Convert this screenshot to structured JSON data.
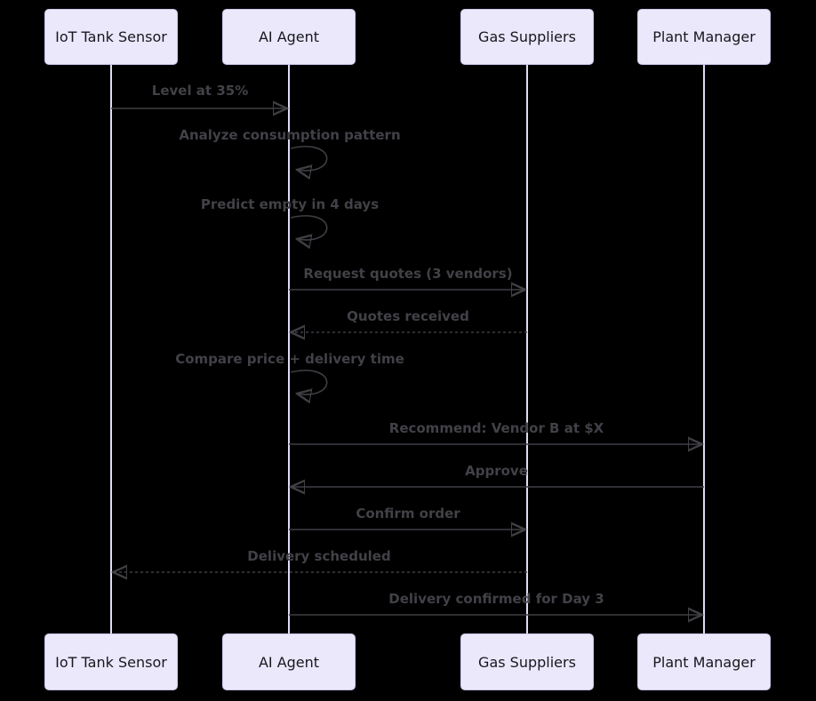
{
  "diagram": {
    "kind": "sequence-diagram",
    "background_color": "#000000",
    "actor_fill_color": "#eae8fa",
    "actor_border_color": "#cfc7ec",
    "lifeline_color": "#e2daf4",
    "arrow_color": "#3f3f45",
    "message_text_color": "#414147"
  },
  "actors": [
    {
      "label": "IoT Tank Sensor"
    },
    {
      "label": "AI Agent"
    },
    {
      "label": "Gas Suppliers"
    },
    {
      "label": "Plant Manager"
    }
  ],
  "messages": [
    {
      "label": "Level at 35%",
      "from": "IoT Tank Sensor",
      "to": "AI Agent",
      "style": "solid"
    },
    {
      "label": "Analyze consumption pattern",
      "from": "AI Agent",
      "to": "AI Agent",
      "style": "self"
    },
    {
      "label": "Predict empty in 4 days",
      "from": "AI Agent",
      "to": "AI Agent",
      "style": "self"
    },
    {
      "label": "Request quotes (3 vendors)",
      "from": "AI Agent",
      "to": "Gas Suppliers",
      "style": "solid"
    },
    {
      "label": "Quotes received",
      "from": "Gas Suppliers",
      "to": "AI Agent",
      "style": "dotted"
    },
    {
      "label": "Compare price + delivery time",
      "from": "AI Agent",
      "to": "AI Agent",
      "style": "self"
    },
    {
      "label": "Recommend: Vendor B at $X",
      "from": "AI Agent",
      "to": "Plant Manager",
      "style": "solid"
    },
    {
      "label": "Approve",
      "from": "Plant Manager",
      "to": "AI Agent",
      "style": "solid"
    },
    {
      "label": "Confirm order",
      "from": "AI Agent",
      "to": "Gas Suppliers",
      "style": "solid"
    },
    {
      "label": "Delivery scheduled",
      "from": "Gas Suppliers",
      "to": "IoT Tank Sensor",
      "style": "dotted"
    },
    {
      "label": "Delivery confirmed for Day 3",
      "from": "AI Agent",
      "to": "Plant Manager",
      "style": "solid"
    }
  ]
}
